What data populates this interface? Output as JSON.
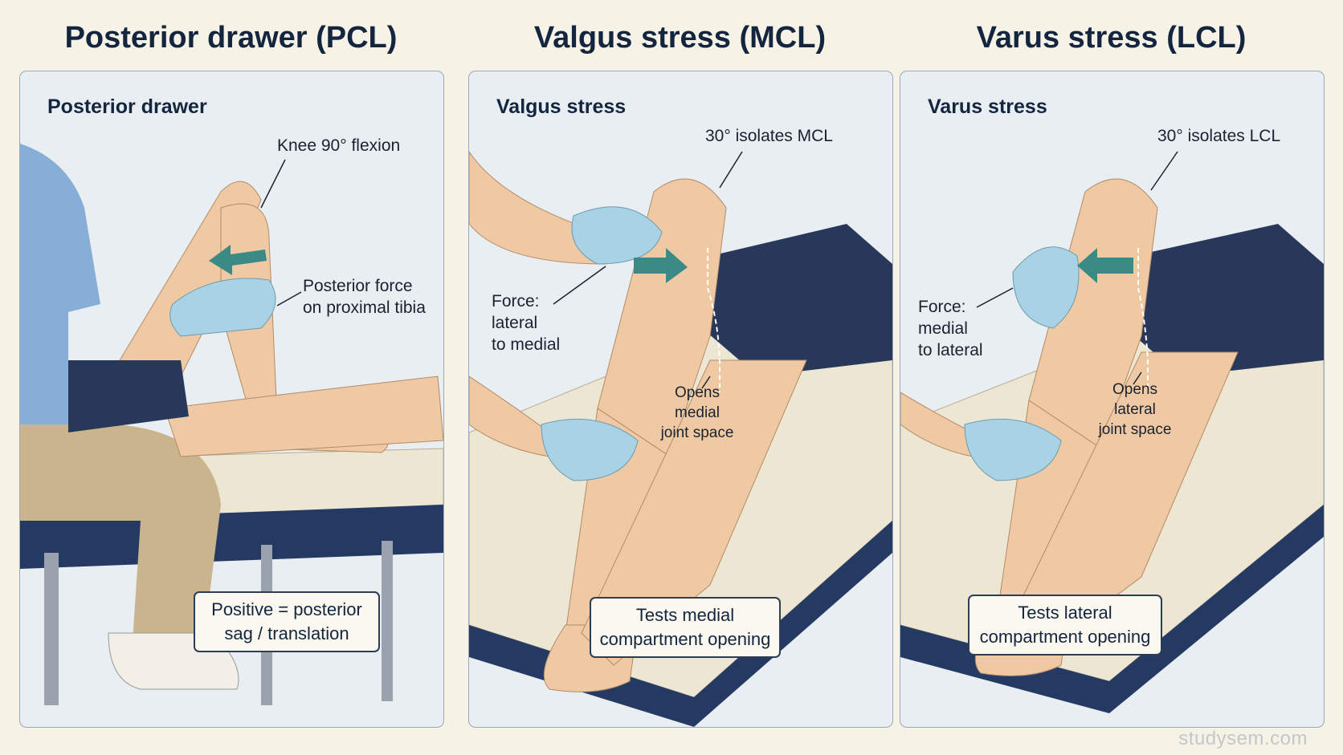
{
  "columns": [
    {
      "heading": "Posterior drawer (PCL)",
      "panel_title": "Posterior drawer",
      "angle_label": "Knee 90° flexion",
      "force_label_lines": [
        "Posterior force",
        "on proximal tibia"
      ],
      "result_box_lines": [
        "Positive = posterior",
        "sag / translation"
      ]
    },
    {
      "heading": "Valgus stress (MCL)",
      "panel_title": "Valgus stress",
      "angle_label": "30° isolates MCL",
      "force_label_lines": [
        "Force:",
        "lateral",
        "to medial"
      ],
      "joint_label_lines": [
        "Opens",
        "medial",
        "joint space"
      ],
      "result_box_lines": [
        "Tests medial",
        "compartment opening"
      ]
    },
    {
      "heading": "Varus stress (LCL)",
      "panel_title": "Varus stress",
      "angle_label": "30° isolates LCL",
      "force_label_lines": [
        "Force:",
        "medial",
        "to lateral"
      ],
      "joint_label_lines": [
        "Opens",
        "lateral",
        "joint space"
      ],
      "result_box_lines": [
        "Tests lateral",
        "compartment opening"
      ]
    }
  ],
  "watermark": "studysem.com",
  "colors": {
    "background": "#f6f2e6",
    "heading": "#13253f",
    "arrow": "#3b8a86",
    "glove": "#a9d3e4",
    "shorts": "#27385a",
    "table": "#253a63",
    "skin": "#efc9a3"
  },
  "icons": [
    "force-arrow-icon"
  ]
}
